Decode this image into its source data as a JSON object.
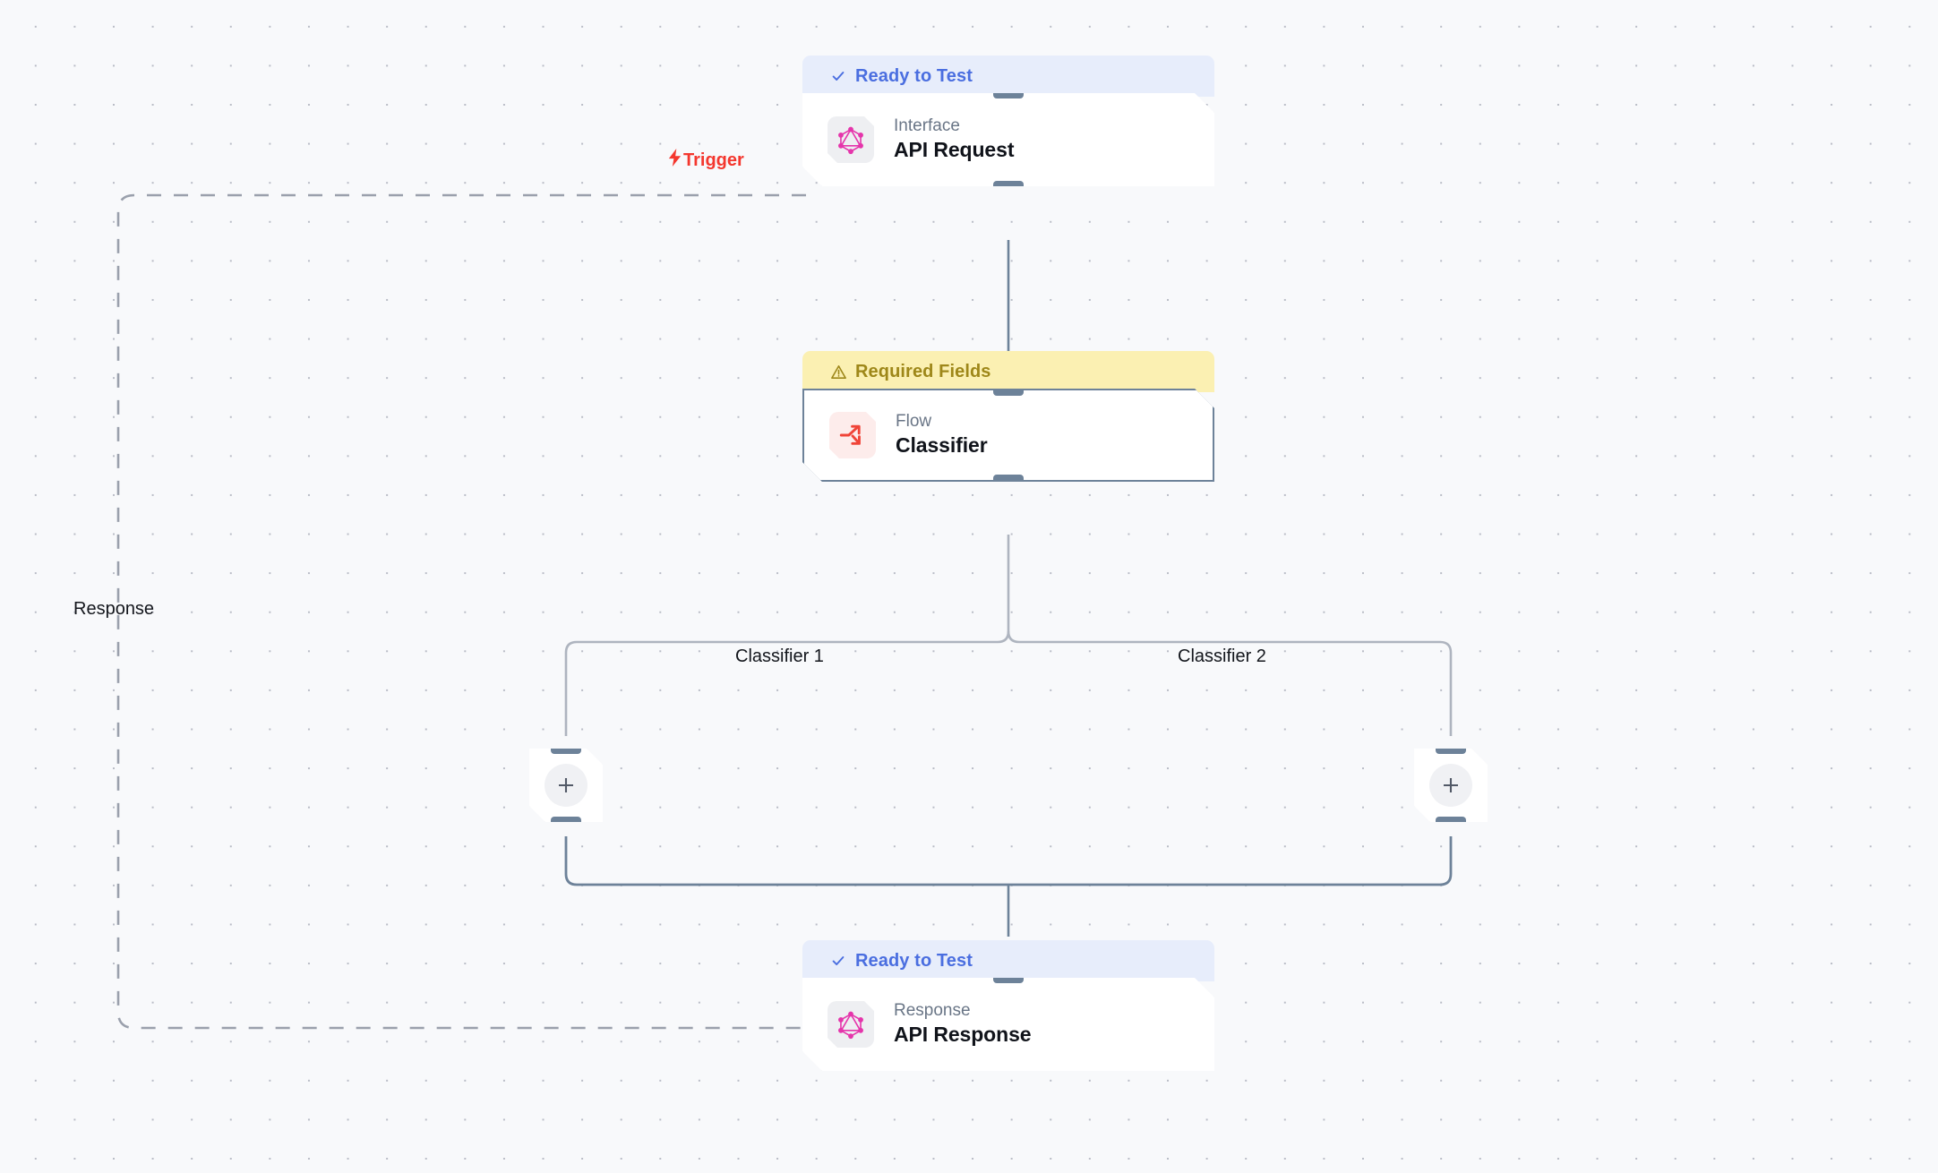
{
  "canvas": {
    "background_color": "#f8f9fb",
    "grid_dot_color": "#b9bcc6"
  },
  "colors": {
    "ready_badge_bg": "#e7edfb",
    "ready_badge_text": "#4a6ee0",
    "required_badge_bg": "#fbf0b2",
    "required_badge_text": "#9e8719",
    "trigger_label": "#f4372e",
    "edge": "#6d8299",
    "branch_edge": "#aeb4bf",
    "selected_border": "#6d8299",
    "graphql_icon": "#e535ab",
    "flow_icon": "#f04438"
  },
  "nodes": [
    {
      "id": "api-request",
      "badge": {
        "text": "Ready to Test",
        "icon": "check-icon",
        "style": "ready"
      },
      "kind": "Interface",
      "title": "API Request",
      "icon": "graphql-icon",
      "selected": false
    },
    {
      "id": "classifier",
      "badge": {
        "text": "Required Fields",
        "icon": "warning-triangle-icon",
        "style": "required"
      },
      "kind": "Flow",
      "title": "Classifier",
      "icon": "flow-split-icon",
      "selected": true
    },
    {
      "id": "api-response",
      "badge": {
        "text": "Ready to Test",
        "icon": "check-icon",
        "style": "ready"
      },
      "kind": "Response",
      "title": "API Response",
      "icon": "graphql-icon",
      "selected": false
    }
  ],
  "edge_labels": {
    "trigger": "Trigger",
    "response": "Response",
    "branch_left": "Classifier 1",
    "branch_right": "Classifier 2"
  },
  "add_buttons": [
    {
      "id": "add-step-classifier-1",
      "label": "+"
    },
    {
      "id": "add-step-classifier-2",
      "label": "+"
    }
  ]
}
